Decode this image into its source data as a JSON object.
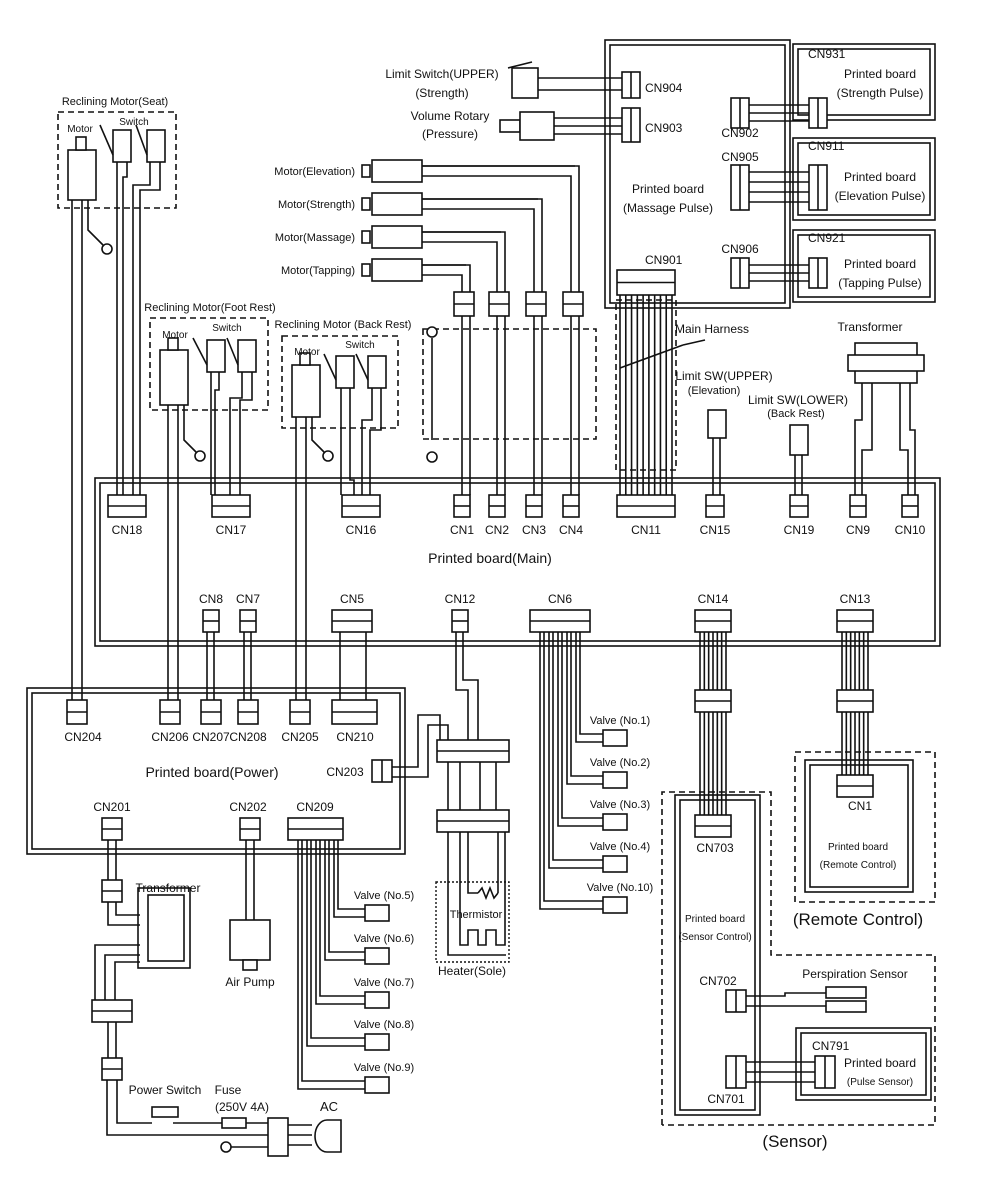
{
  "seat": {
    "title": "Reclining Motor(Seat)",
    "motor": "Motor",
    "switch": "Switch"
  },
  "foot": {
    "title": "Reclining Motor(Foot Rest)",
    "motor": "Motor",
    "switch": "Switch"
  },
  "back": {
    "title": "Reclining Motor (Back Rest)",
    "motor": "Motor",
    "switch": "Switch"
  },
  "limit_strength": [
    "Limit Switch(UPPER)",
    "(Strength)"
  ],
  "volume_rotary": [
    "Volume Rotary",
    "(Pressure)"
  ],
  "motors": [
    "Motor(Elevation)",
    "Motor(Strength)",
    "Motor(Massage)",
    "Motor(Tapping)"
  ],
  "massage_board": {
    "line1": "Printed board",
    "line2": "(Massage Pulse)",
    "connectors": [
      "CN904",
      "CN903",
      "CN902",
      "CN905",
      "CN906",
      "CN901"
    ]
  },
  "pulse_boards": [
    {
      "cn": "CN931",
      "line1": "Printed board",
      "line2": "(Strength Pulse)"
    },
    {
      "cn": "CN911",
      "line1": "Printed board",
      "line2": "(Elevation Pulse)"
    },
    {
      "cn": "CN921",
      "line1": "Printed board",
      "line2": "(Tapping Pulse)"
    }
  ],
  "main_harness": "Main Harness",
  "transformer_top": "Transformer",
  "limit_elev": [
    "Limit SW(UPPER)",
    "(Elevation)"
  ],
  "limit_back": [
    "Limit SW(LOWER)",
    "(Back Rest)"
  ],
  "main_board": {
    "title": "Printed board(Main)",
    "top_connectors": [
      "CN18",
      "CN17",
      "CN16",
      "CN1",
      "CN2",
      "CN3",
      "CN4",
      "CN11",
      "CN15",
      "CN19",
      "CN9",
      "CN10"
    ],
    "bottom_connectors": [
      "CN8",
      "CN7",
      "CN5",
      "CN12",
      "CN6",
      "CN14",
      "CN13"
    ]
  },
  "power_board": {
    "title": "Printed board(Power)",
    "top_connectors": [
      "CN204",
      "CN206",
      "CN207",
      "CN208",
      "CN205",
      "CN210"
    ],
    "cn203": "CN203",
    "bottom_connectors": [
      "CN201",
      "CN202",
      "CN209"
    ]
  },
  "valves_cn6": [
    "Valve (No.1)",
    "Valve (No.2)",
    "Valve (No.3)",
    "Valve (No.4)",
    "Valve (No.10)"
  ],
  "valves_cn209": [
    "Valve (No.5)",
    "Valve (No.6)",
    "Valve (No.7)",
    "Valve (No.8)",
    "Valve (No.9)"
  ],
  "thermistor": "Thermistor",
  "heater": "Heater(Sole)",
  "transformer_bottom": "Transformer",
  "air_pump": "Air Pump",
  "power_switch": "Power Switch",
  "fuse": [
    "Fuse",
    "(250V 4A)"
  ],
  "ac": "AC",
  "sensor_board": {
    "cn703": "CN703",
    "line1": "Printed board",
    "line2": "(Sensor Control)",
    "cn702": "CN702",
    "cn701": "CN701"
  },
  "perspiration": "Perspiration Sensor",
  "pulse_sensor": {
    "cn": "CN791",
    "line1": "Printed board",
    "line2": "(Pulse Sensor)"
  },
  "remote": {
    "cn": "CN1",
    "line1": "Printed board",
    "line2": "(Remote Control)",
    "group": "(Remote Control)"
  },
  "sensor_group": "(Sensor)"
}
